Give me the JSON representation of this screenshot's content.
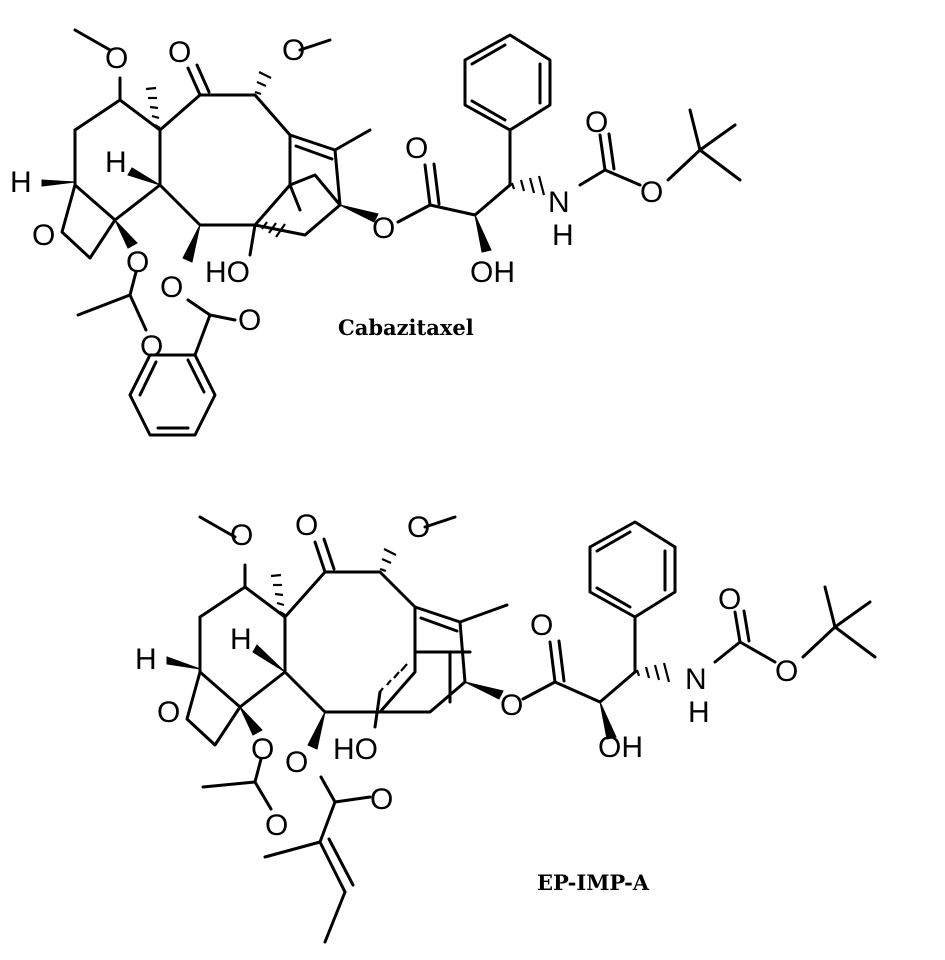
{
  "compounds": [
    {
      "name": "Cabazitaxel"
    },
    {
      "name": "EP-IMP-A"
    }
  ],
  "atom_labels": {
    "O": "O",
    "H": "H",
    "OH": "OH",
    "HO": "HO",
    "N": "N"
  },
  "colors": {
    "ink": "#000000",
    "background": "#ffffff"
  }
}
